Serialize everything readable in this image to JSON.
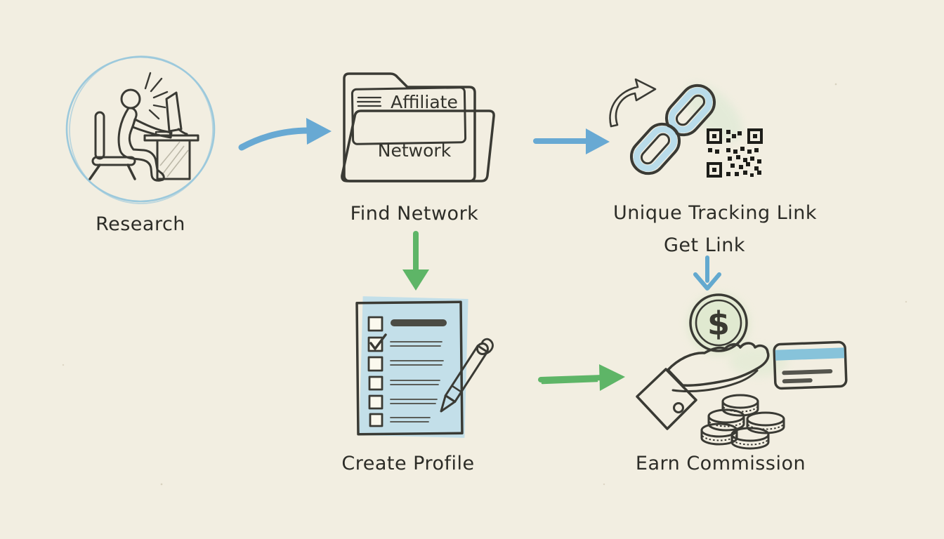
{
  "diagram": {
    "background_color": "#f2eee1",
    "ink_color": "#3a3a34",
    "accent_blue": "#68a9d3",
    "accent_green": "#5eb567",
    "light_blue": "#b9dcea",
    "folder_green": "#c8d7b4",
    "nodes": {
      "research": {
        "label": "Research",
        "icon": "person-at-desk-icon"
      },
      "find_network": {
        "label": "Find Network",
        "icon": "folder-icon",
        "folder_tab_text": "Affiliate",
        "folder_front_text": "Network"
      },
      "tracking_link": {
        "label": "Unique Tracking Link",
        "sublabel": "Get Link",
        "icons": [
          "chain-link-icon",
          "qr-code-icon",
          "curved-arrow-icon"
        ]
      },
      "create_profile": {
        "label": "Create Profile",
        "icon": "checklist-pen-icon"
      },
      "earn_commission": {
        "label": "Earn Commission",
        "icon": "hand-coins-card-icon",
        "coin_symbol": "$"
      }
    },
    "arrows": [
      {
        "from": "research",
        "to": "find_network",
        "color": "#68a9d3",
        "direction": "right"
      },
      {
        "from": "find_network",
        "to": "tracking_link",
        "color": "#68a9d3",
        "direction": "right"
      },
      {
        "from": "find_network",
        "to": "create_profile",
        "color": "#5eb567",
        "direction": "down"
      },
      {
        "from": "tracking_link",
        "to": "earn_commission",
        "color": "#63a9cf",
        "direction": "down"
      },
      {
        "from": "create_profile",
        "to": "earn_commission",
        "color": "#5eb567",
        "direction": "right"
      }
    ]
  }
}
